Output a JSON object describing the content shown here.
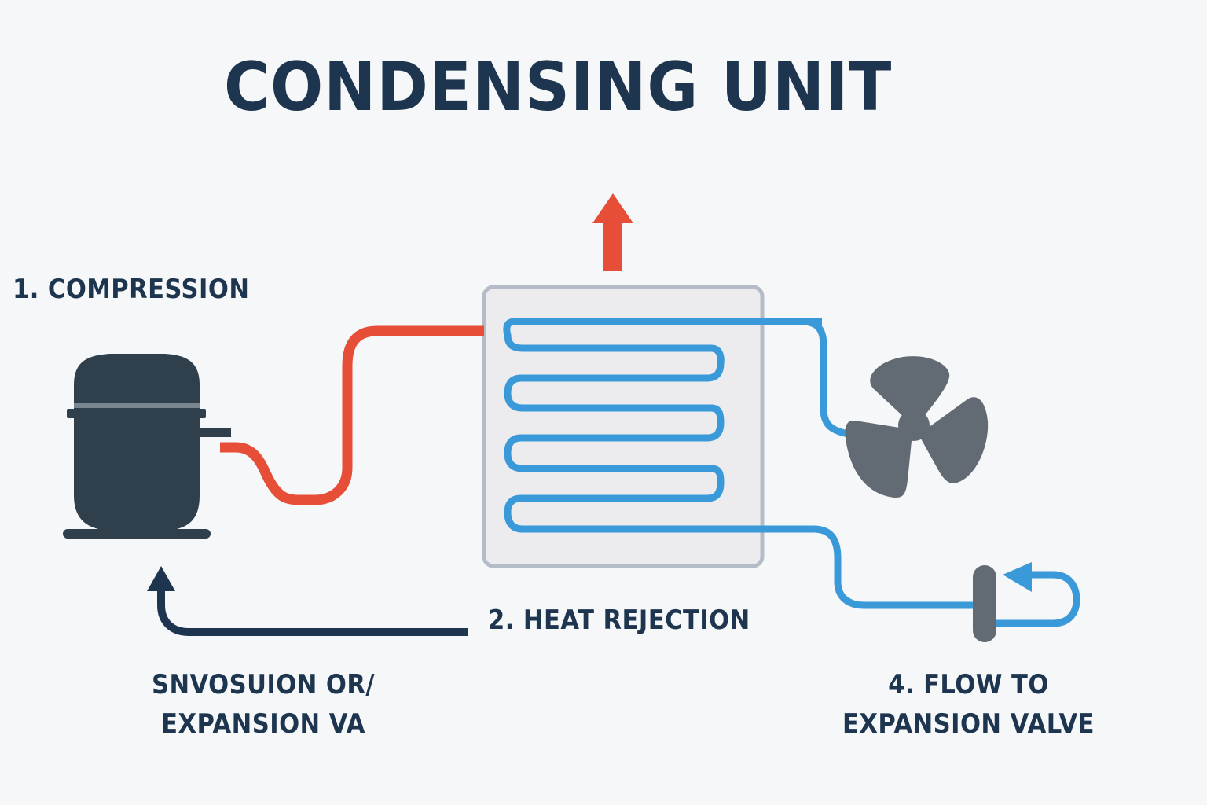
{
  "title": "CONDENSING UNIT",
  "labels": {
    "compression": "1. COMPRESSION",
    "heat_rejection": "2. HEAT REJECTION",
    "expansion": {
      "line1": "SNVOSUION OR/",
      "line2": "EXPANSION VA"
    },
    "flow_to_valve": {
      "line1": "4. FLOW TO",
      "line2": "EXPANSION VALVE"
    }
  },
  "components": [
    "compressor",
    "condenser-coil",
    "fan",
    "expansion-valve"
  ],
  "icons": {
    "heat_out": "up-arrow-icon",
    "return_flow": "return-arrow-icon",
    "fan": "fan-icon",
    "compressor": "compressor-icon",
    "valve": "expansion-valve-icon"
  },
  "colors": {
    "background": "#f6f7f8",
    "text": "#1e3550",
    "hot_line": "#e64e38",
    "cold_line": "#3a9ad9",
    "compressor": "#2f3f4b",
    "fan": "#626b74",
    "coil_box_fill": "#ececef",
    "coil_box_border": "#b4bcc8",
    "return_arrow": "#1e3550"
  }
}
